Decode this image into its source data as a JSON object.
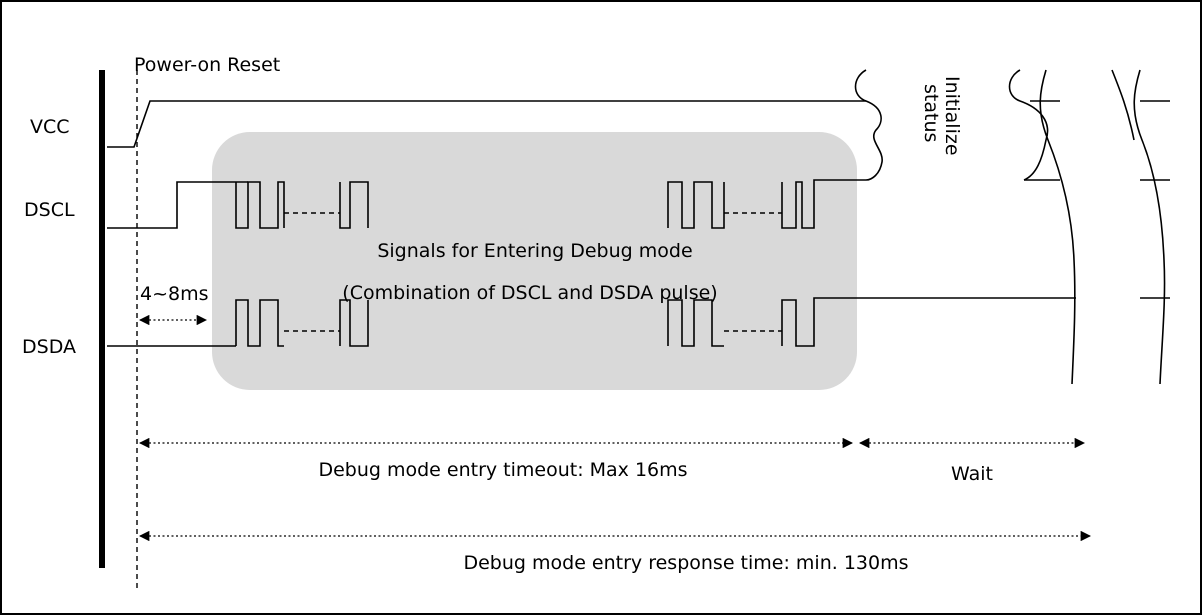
{
  "labels": {
    "power_on_reset": "Power-on Reset",
    "vcc": "VCC",
    "dscl": "DSCL",
    "dsda": "DSDA",
    "entry_signals_line1": "Signals for Entering Debug mode",
    "entry_signals_line2": "(Combination of DSCL and DSDA pulse)",
    "delay": "4~8ms",
    "initialize_line1": "Initialize",
    "initialize_line2": "status",
    "timeout": "Debug mode entry timeout: Max 16ms",
    "wait": "Wait",
    "response_time": "Debug mode entry response time: min. 130ms"
  },
  "colors": {
    "highlight_box": "#d9d9d9",
    "stroke": "#000000",
    "frame": "#000000"
  }
}
